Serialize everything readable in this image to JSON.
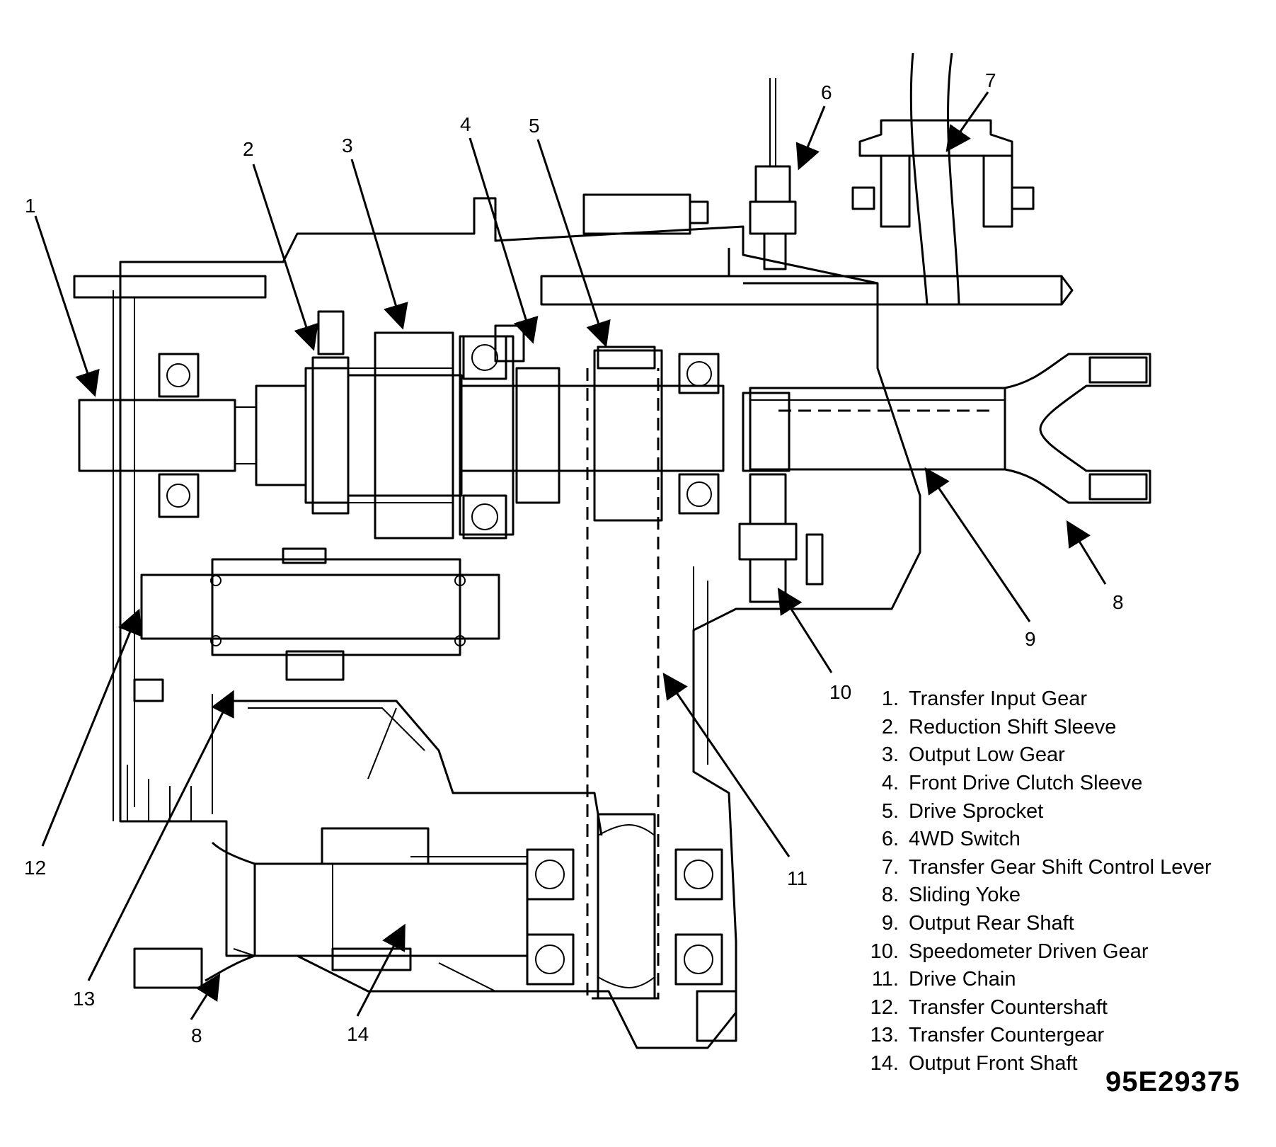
{
  "callouts": [
    {
      "id": "1",
      "label": "1"
    },
    {
      "id": "2",
      "label": "2"
    },
    {
      "id": "3",
      "label": "3"
    },
    {
      "id": "4",
      "label": "4"
    },
    {
      "id": "5",
      "label": "5"
    },
    {
      "id": "6",
      "label": "6"
    },
    {
      "id": "7",
      "label": "7"
    },
    {
      "id": "8a",
      "label": "8"
    },
    {
      "id": "9",
      "label": "9"
    },
    {
      "id": "10",
      "label": "10"
    },
    {
      "id": "11",
      "label": "11"
    },
    {
      "id": "12",
      "label": "12"
    },
    {
      "id": "13",
      "label": "13"
    },
    {
      "id": "8b",
      "label": "8"
    },
    {
      "id": "14",
      "label": "14"
    }
  ],
  "legend": [
    {
      "num": "1.",
      "text": "Transfer Input Gear"
    },
    {
      "num": "2.",
      "text": "Reduction Shift Sleeve"
    },
    {
      "num": "3.",
      "text": "Output Low Gear"
    },
    {
      "num": "4.",
      "text": "Front Drive Clutch Sleeve"
    },
    {
      "num": "5.",
      "text": "Drive Sprocket"
    },
    {
      "num": "6.",
      "text": "4WD Switch"
    },
    {
      "num": "7.",
      "text": "Transfer Gear Shift Control Lever"
    },
    {
      "num": "8.",
      "text": "Sliding Yoke"
    },
    {
      "num": "9.",
      "text": "Output Rear Shaft"
    },
    {
      "num": "10.",
      "text": "Speedometer Driven Gear"
    },
    {
      "num": "11.",
      "text": "Drive Chain"
    },
    {
      "num": "12.",
      "text": "Transfer Countershaft"
    },
    {
      "num": "13.",
      "text": "Transfer Countergear"
    },
    {
      "num": "14.",
      "text": "Output Front Shaft"
    }
  ],
  "figure_code": "95E29375"
}
